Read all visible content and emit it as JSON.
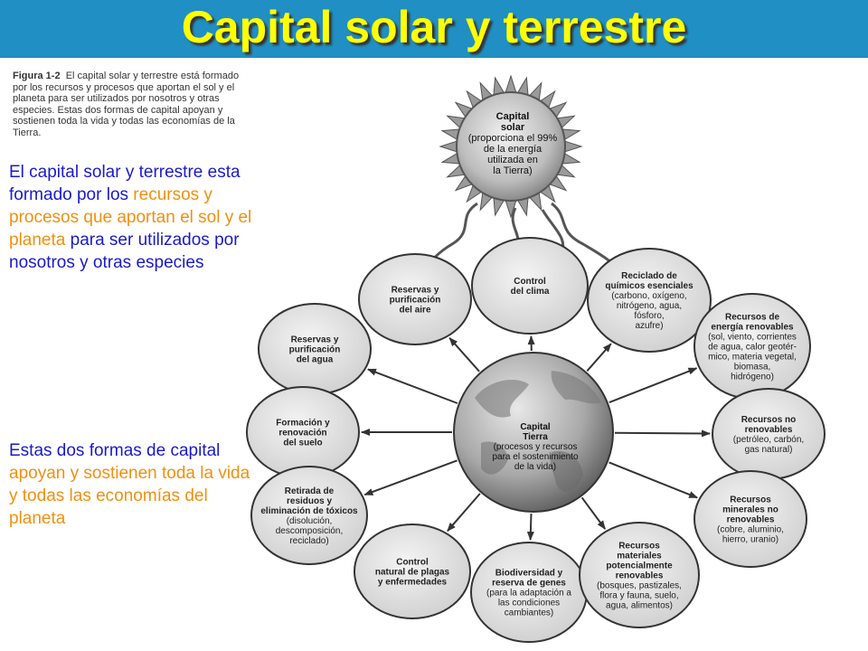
{
  "title": "Capital solar y terrestre",
  "caption": {
    "label": "Figura 1-2",
    "text": "El capital solar y terrestre está formado por los recursos y procesos que aportan el sol y el planeta para ser utilizados por nosotros y otras especies. Estas dos formas de capital apoyan y sostienen toda la vida y todas las economías de la Tierra."
  },
  "paragraph1": {
    "p1": "El capital solar y terrestre esta formado por los ",
    "p2": "recursos y procesos que aportan el sol y el planeta",
    "p3": " para ser utilizados por nosotros y otras especies"
  },
  "paragraph2": {
    "p1": "Estas dos formas de capital ",
    "p2": "apoyan y sostienen toda la vida y todas las economías del planeta",
    "p3": ""
  },
  "sun": {
    "lines": [
      "Capital",
      "solar",
      "(proporciona el 99%",
      "de la energía",
      "utilizada en",
      "la Tierra)"
    ]
  },
  "earth": {
    "lines": [
      "Capital",
      "Tierra",
      "(procesos y recursos",
      "para el sostenimiento",
      "de la vida)"
    ]
  },
  "nodes": [
    {
      "id": "reservas-aire",
      "bold": [
        "Reservas y",
        "purificación",
        "del aire"
      ],
      "normal": []
    },
    {
      "id": "control-clima",
      "bold": [
        "Control",
        "del clima"
      ],
      "normal": []
    },
    {
      "id": "reciclado",
      "bold": [
        "Reciclado de",
        "químicos esenciales"
      ],
      "normal": [
        "(carbono, oxígeno,",
        "nitrógeno, agua,",
        "fósforo,",
        "azufre)"
      ]
    },
    {
      "id": "reservas-agua",
      "bold": [
        "Reservas y",
        "purificación",
        "del agua"
      ],
      "normal": []
    },
    {
      "id": "energia-renovable",
      "bold": [
        "Recursos de",
        "energía renovables"
      ],
      "normal": [
        "(sol, viento, corrientes",
        "de agua, calor geotér-",
        "mico, materia vegetal,",
        "biomasa,",
        "hidrógeno)"
      ]
    },
    {
      "id": "formacion-suelo",
      "bold": [
        "Formación y",
        "renovación",
        "del suelo"
      ],
      "normal": []
    },
    {
      "id": "no-renovables",
      "bold": [
        "Recursos no",
        "renovables"
      ],
      "normal": [
        "(petróleo, carbón,",
        "gas natural)"
      ]
    },
    {
      "id": "retirada-residuos",
      "bold": [
        "Retirada de",
        "residuos y",
        "eliminación de tóxicos"
      ],
      "normal": [
        "(disolución,",
        "descomposición,",
        "reciclado)"
      ]
    },
    {
      "id": "minerales",
      "bold": [
        "Recursos",
        "minerales no",
        "renovables"
      ],
      "normal": [
        "(cobre, aluminio,",
        "hierro, uranio)"
      ]
    },
    {
      "id": "control-plagas",
      "bold": [
        "Control",
        "natural de plagas",
        "y enfermedades"
      ],
      "normal": []
    },
    {
      "id": "biodiversidad",
      "bold": [
        "Biodiversidad y",
        "reserva de genes"
      ],
      "normal": [
        "(para la adaptación a",
        "las condiciones",
        "cambiantes)"
      ]
    },
    {
      "id": "materiales",
      "bold": [
        "Recursos",
        "materiales",
        "potencialmente",
        "renovables"
      ],
      "normal": [
        "(bosques, pastizales,",
        "flora y fauna, suelo,",
        "agua, alimentos)"
      ]
    }
  ]
}
